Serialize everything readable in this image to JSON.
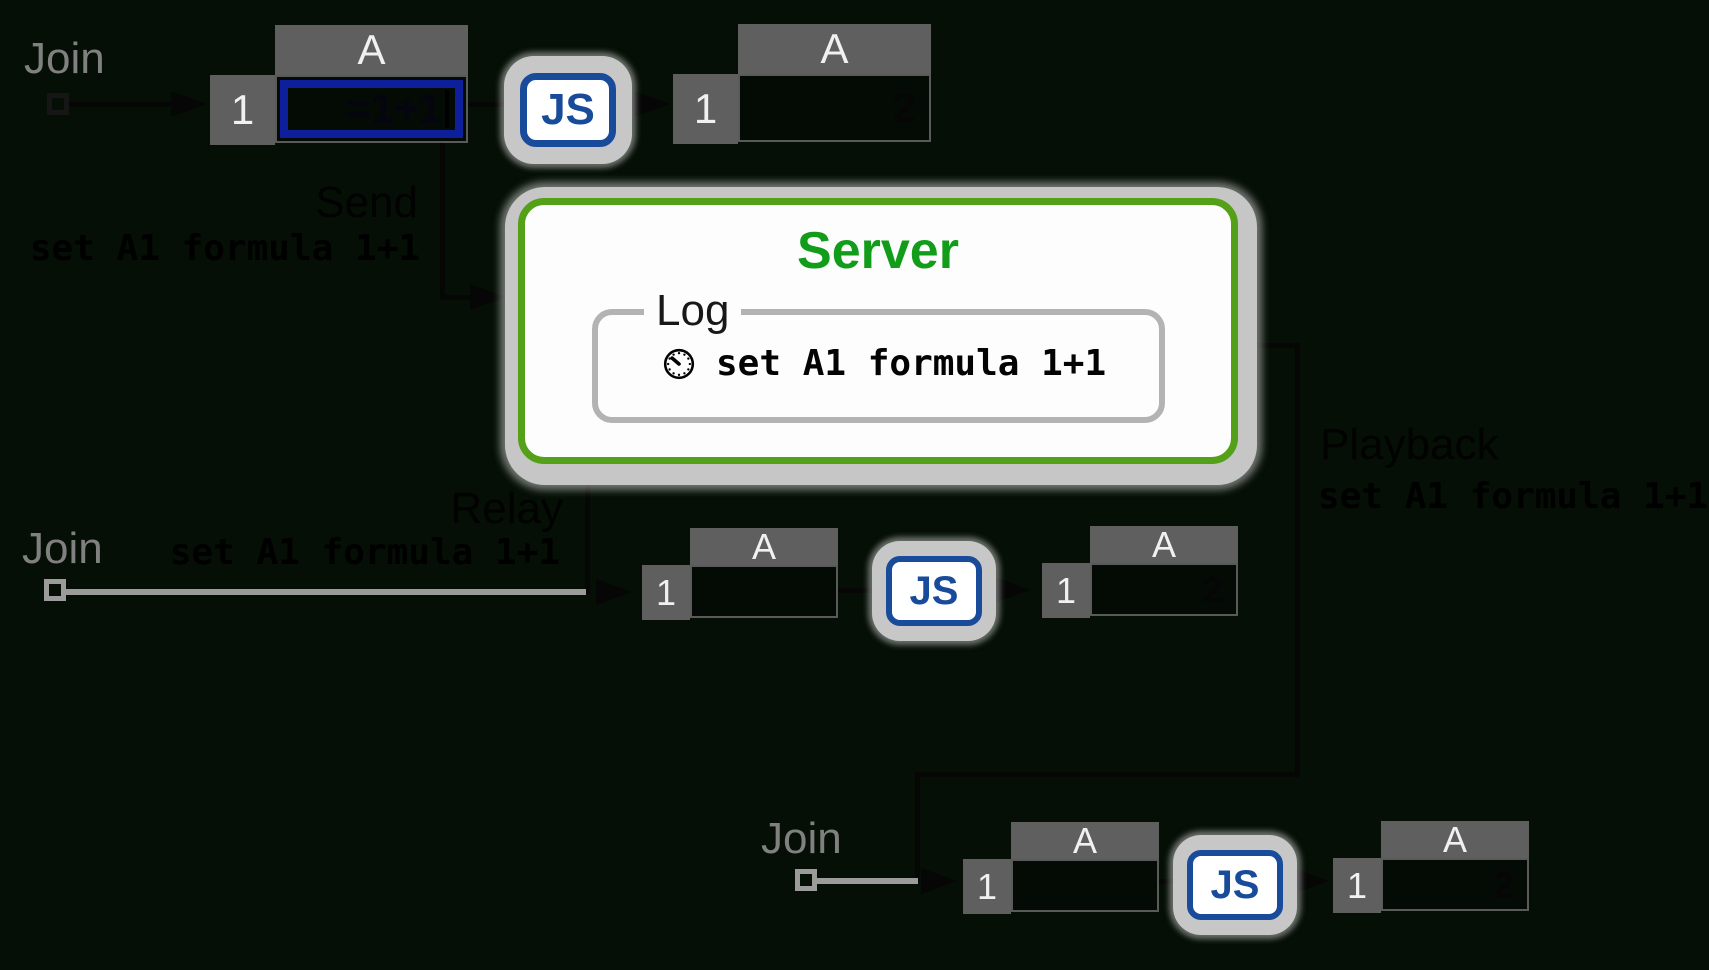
{
  "colors": {
    "background": "#050f05",
    "server_border_green": "#55a019",
    "server_title_green": "#119c19",
    "js_navy": "#194b9b",
    "cell_selection_navy": "#0d1f9b",
    "sheet_header_gray": "#5f5f5f",
    "glow_gray": "#c7c7c7",
    "join_gray": "#9b9b9b",
    "annotation_black": "#000000",
    "sheet_header_text": "#f1f1f1"
  },
  "clients": [
    {
      "join_label": "Join",
      "js_label": "JS",
      "input_sheet": {
        "column": "A",
        "row": "1",
        "value": "=1+1",
        "editing": true
      },
      "output_sheet": {
        "column": "A",
        "row": "1",
        "value": "2"
      }
    },
    {
      "join_label": "Join",
      "js_label": "JS",
      "input_sheet": {
        "column": "A",
        "row": "1",
        "value": ""
      },
      "output_sheet": {
        "column": "A",
        "row": "1",
        "value": "2"
      }
    },
    {
      "join_label": "Join",
      "js_label": "JS",
      "input_sheet": {
        "column": "A",
        "row": "1",
        "value": ""
      },
      "output_sheet": {
        "column": "A",
        "row": "1",
        "value": "2"
      }
    }
  ],
  "flows": {
    "send": {
      "label": "Send",
      "command": "set A1 formula 1+1"
    },
    "relay": {
      "label": "Relay",
      "command": "set A1 formula 1+1"
    },
    "playback": {
      "label": "Playback",
      "command": "set A1 formula 1+1"
    }
  },
  "server": {
    "title": "Server",
    "log_label": "Log",
    "log_entries": [
      {
        "icon": "clock-icon",
        "text": "set A1 formula 1+1"
      }
    ]
  }
}
